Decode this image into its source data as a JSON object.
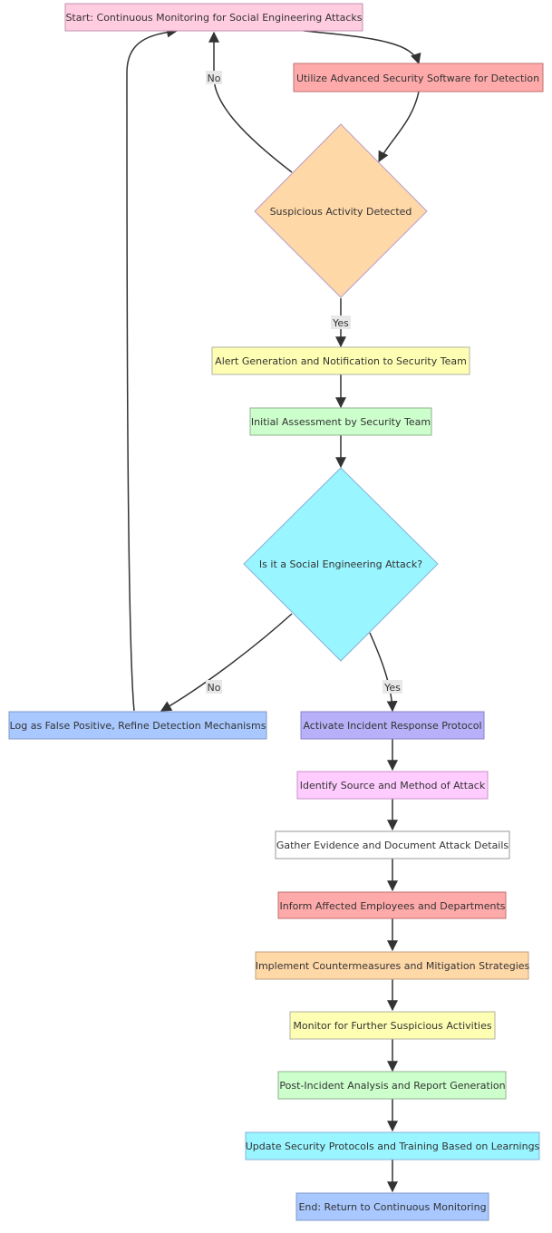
{
  "nodes": {
    "start": {
      "label": "Start: Continuous Monitoring for Social Engineering Attacks",
      "fill": "#ffcce0",
      "stroke": "#c090b0"
    },
    "utilize": {
      "label": "Utilize Advanced Security Software for Detection",
      "fill": "#ffaaaa",
      "stroke": "#c07070"
    },
    "suspicious": {
      "label": "Suspicious Activity Detected",
      "fill": "#ffd8a8",
      "stroke": "#b89cc8"
    },
    "alert": {
      "label": "Alert Generation and Notification to Security Team",
      "fill": "#ffffb3",
      "stroke": "#b0b0a0"
    },
    "initial": {
      "label": "Initial Assessment by Security Team",
      "fill": "#ccffcc",
      "stroke": "#90b090"
    },
    "is_attack": {
      "label": "Is it a Social Engineering Attack?",
      "fill": "#99f5ff",
      "stroke": "#88b0d8"
    },
    "log_false": {
      "label": "Log as False Positive, Refine Detection Mechanisms",
      "fill": "#a8c8ff",
      "stroke": "#8098c8"
    },
    "activate": {
      "label": "Activate Incident Response Protocol",
      "fill": "#b8b0f8",
      "stroke": "#8880c8"
    },
    "identify": {
      "label": "Identify Source and Method of Attack",
      "fill": "#ffccff",
      "stroke": "#c890c8"
    },
    "gather": {
      "label": "Gather Evidence and Document Attack Details",
      "fill": "#ffffff",
      "stroke": "#999999"
    },
    "inform": {
      "label": "Inform Affected Employees and Departments",
      "fill": "#ffaaaa",
      "stroke": "#c07070"
    },
    "implement": {
      "label": "Implement Countermeasures and Mitigation Strategies",
      "fill": "#ffd8a8",
      "stroke": "#c0a080"
    },
    "monitor": {
      "label": "Monitor for Further Suspicious Activities",
      "fill": "#ffffb3",
      "stroke": "#b0b0a0"
    },
    "post": {
      "label": "Post-Incident Analysis and Report Generation",
      "fill": "#ccffcc",
      "stroke": "#90b090"
    },
    "update": {
      "label": "Update Security Protocols and Training Based on Learnings",
      "fill": "#99f5ff",
      "stroke": "#88b0d8"
    },
    "end": {
      "label": "End: Return to Continuous Monitoring",
      "fill": "#a8c8ff",
      "stroke": "#8098c8"
    }
  },
  "edge_labels": {
    "no_top": "No",
    "yes_suspicious": "Yes",
    "no_attack": "No",
    "yes_attack": "Yes"
  }
}
